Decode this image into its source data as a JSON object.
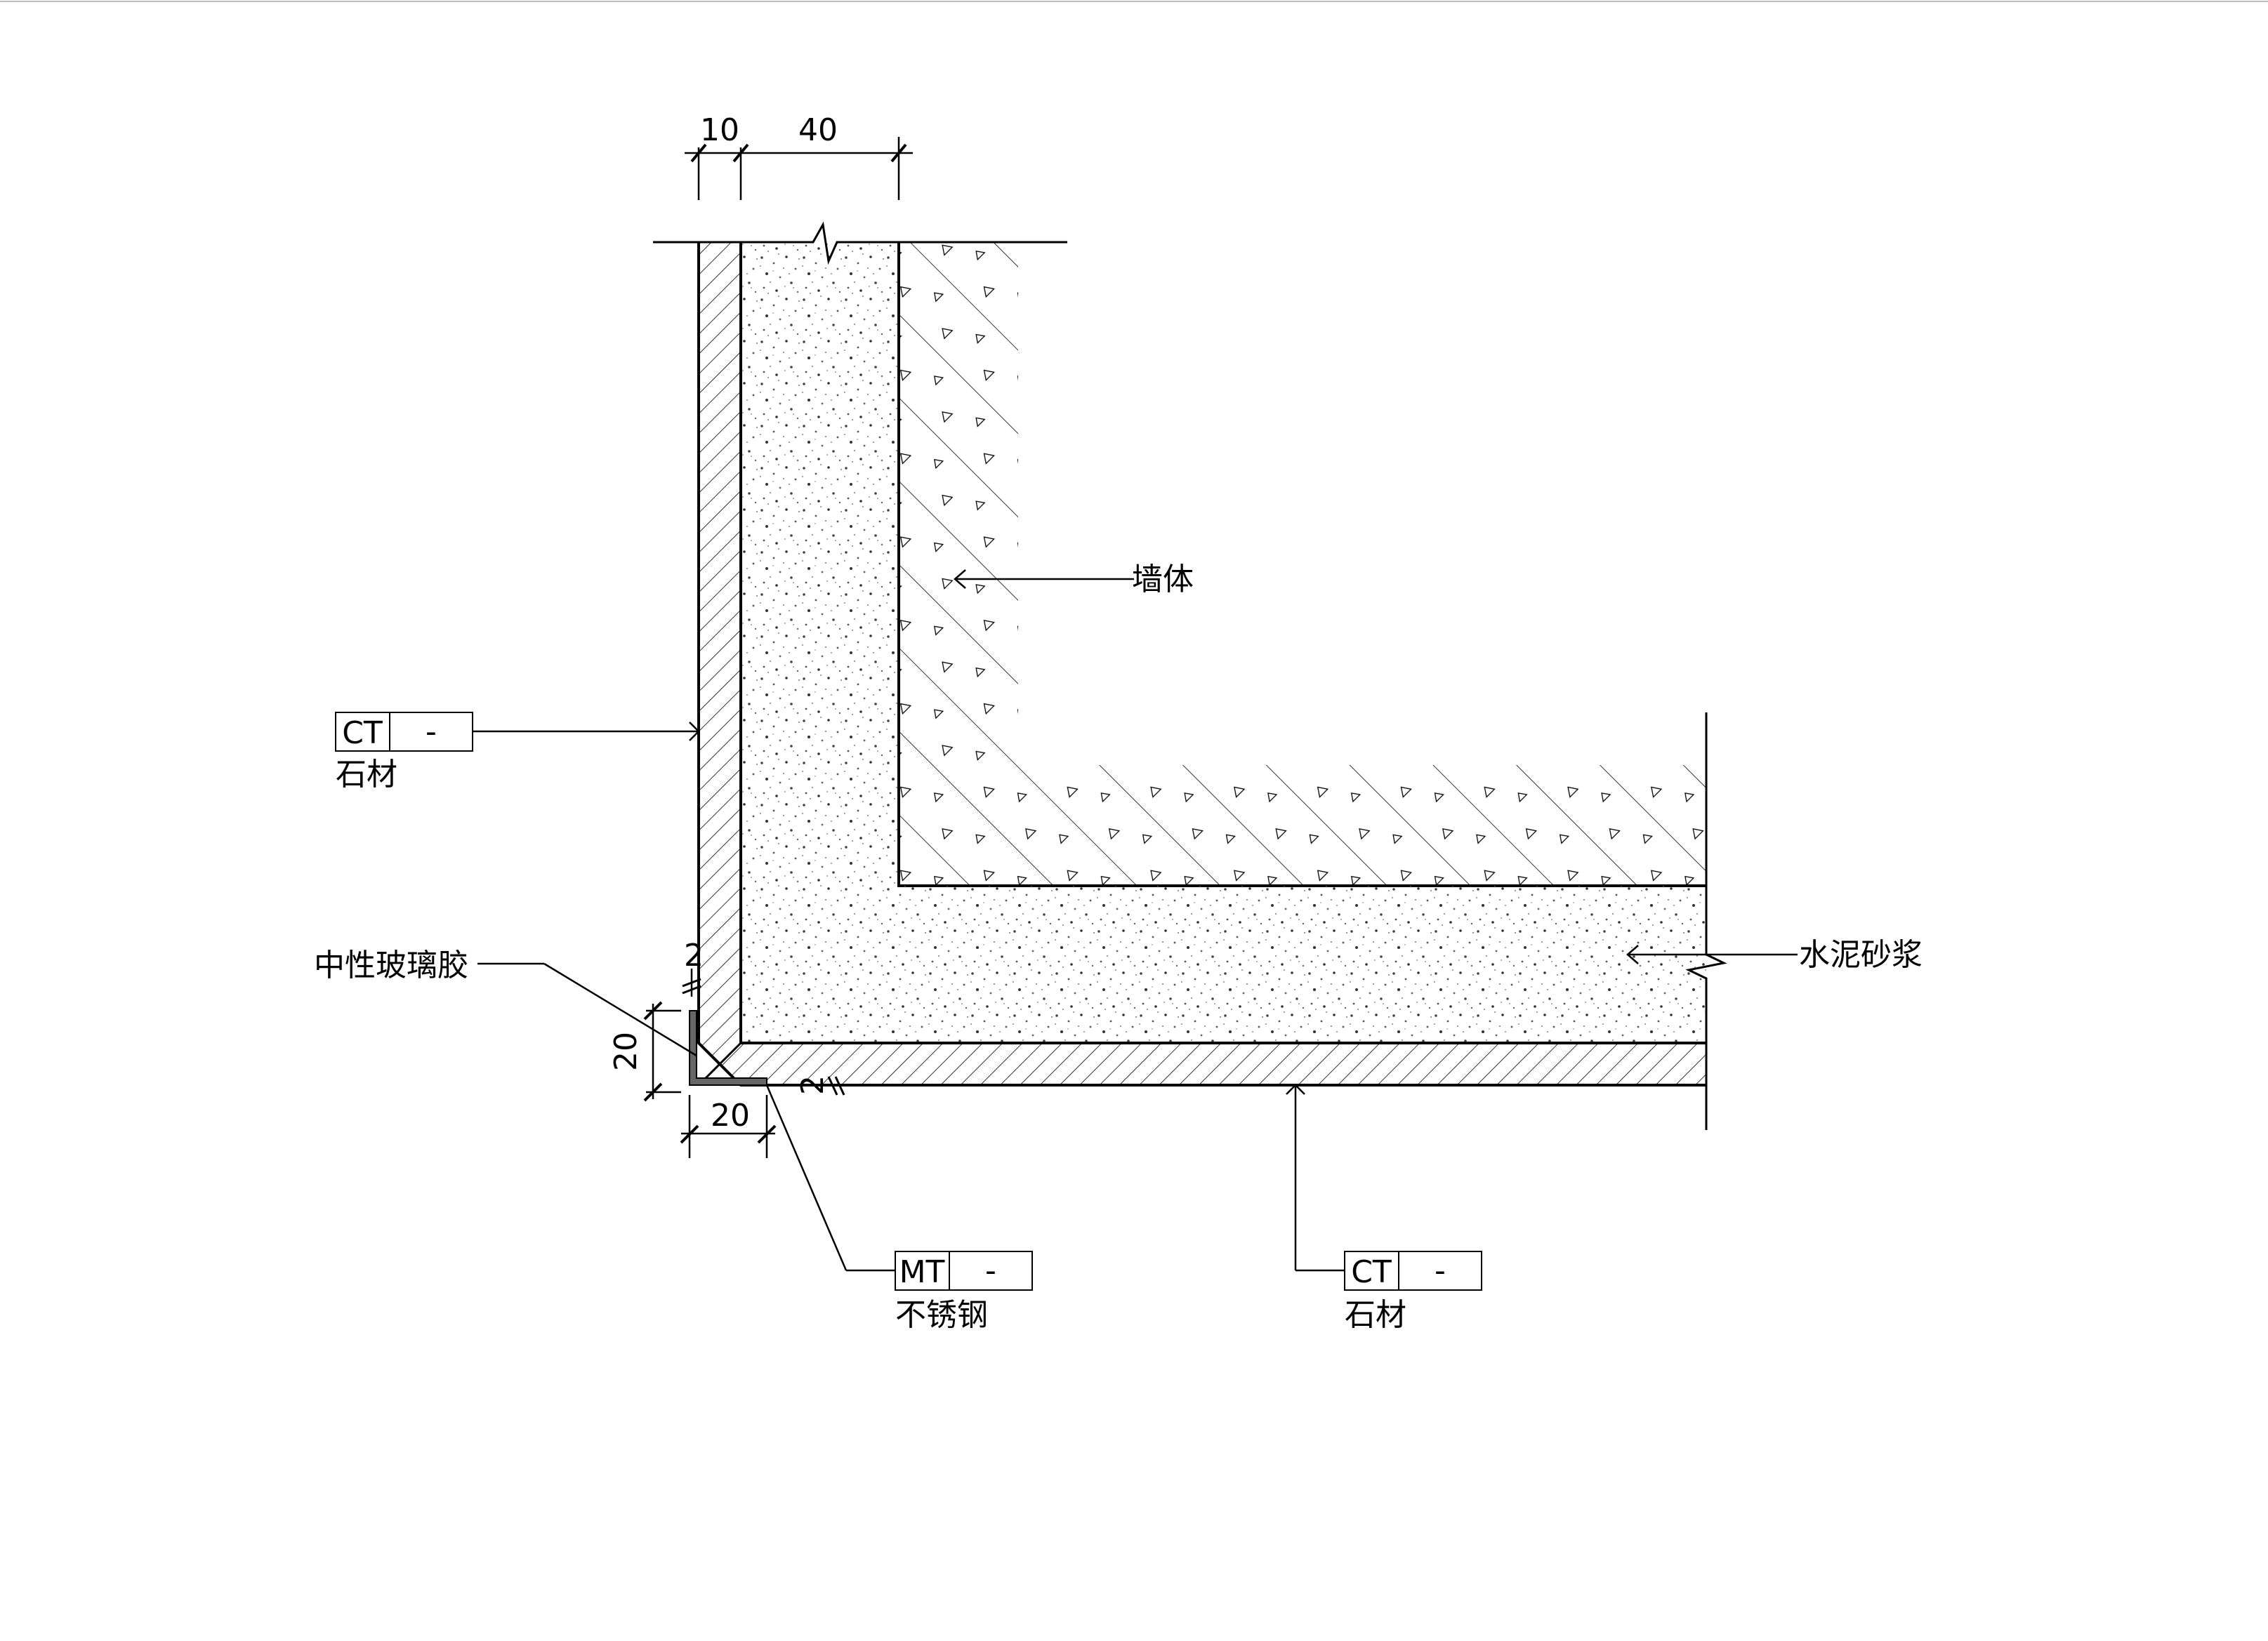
{
  "dimensions": {
    "top_stone": "10",
    "top_mortar": "40",
    "gap_left": "2",
    "gap_bottom": "2",
    "trim_height": "20",
    "trim_width": "20"
  },
  "labels": {
    "wall": "墙体",
    "mortar": "水泥砂浆",
    "sealant": "中性玻璃胶"
  },
  "tags": {
    "left_stone": {
      "code": "CT",
      "suffix": "-",
      "name": "石材"
    },
    "bottom_stone": {
      "code": "CT",
      "suffix": "-",
      "name": "石材"
    },
    "steel": {
      "code": "MT",
      "suffix": "-",
      "name": "不锈钢"
    }
  }
}
